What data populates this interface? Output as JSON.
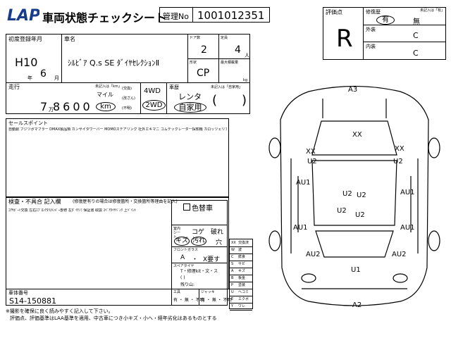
{
  "header": {
    "logo": "LAP",
    "title": "車両状態チェックシート",
    "mgmt_label": "管理No",
    "mgmt_no": "1001012351"
  },
  "rating": {
    "label": "評価点",
    "value": "R",
    "repair_label": "修復歴",
    "repair_note": "未記入は「有」",
    "repair_yes": "有",
    "repair_no": "無",
    "exterior_label": "外装",
    "exterior_value": "C",
    "interior_label": "内装",
    "interior_value": "C"
  },
  "vehicle": {
    "reg_label": "初度登録年月",
    "era_year": "H10",
    "year_unit": "年",
    "month": "6",
    "month_unit": "月",
    "name_label": "車名",
    "name": "ｼﾙﾋﾞｱ Q.s SE ﾀﾞｲﾔｾﾚｸｼｮﾝⅡ",
    "doors_label": "ドア数",
    "doors": "2",
    "capacity_label": "定員",
    "capacity": "4",
    "capacity_unit": "人",
    "shape_label": "形状",
    "shape": "CP",
    "load_label": "最大積載量",
    "load_unit": "kg",
    "mileage_label": "走行",
    "mileage_man": "7",
    "mileage_man_unit": "万",
    "mileage_rest": "8600",
    "unit_note": "未記入は「km」",
    "unit_mile": "マイル",
    "unit_km": "km",
    "meter_swap": "(交換)",
    "meter_tamper": "(改ざん)",
    "meter_unknown": "(不明)",
    "drive_4wd": "4WD",
    "drive_2wd": "2WD",
    "use_label": "車歴",
    "use_note": "未記入は「自家用」",
    "use_rental": "レンタ",
    "use_private": "自家用",
    "use_paren_open": "(",
    "use_paren_close": ")"
  },
  "sales": {
    "label": "セールスポイント",
    "text": "自動劇 フジツボマフラー DMAX製品類 カンサイタワーバー MOMOステアリング 社外エキマニ コムテックレーダー探知機 カロッツェリアＨＤＤナビ"
  },
  "inspection": {
    "label": "検査・不具合 記入欄",
    "note": "(修復歴有りの場合は修復箇所・交換箇所等理由を記入)",
    "text": "ｺｱｻﾎﾟｰﾄ交換 左右ｴﾌﾟﾛﾝｱﾀﾘ/ﾒﾝﾊﾞｰ部修 左ﾀﾞｲﾁﾉﾐ 保証書 取説 ｽﾍﾟｱﾀｲﾔﾊﾟﾝｸ 上ﾍﾟｲﾝﾄ",
    "recolor_label": "色替車"
  },
  "glass": {
    "label": "室内シート",
    "koge": "コゲ",
    "yabure": "破れ",
    "kizu": "キズ",
    "yogore": "汚れ",
    "ana": "穴",
    "front_label": "フロントガラス",
    "front_a": "A",
    "front_sep": "・",
    "front_x": "X要す",
    "spare_label": "スペアタイヤ",
    "spare_options": "T・修理kit・文・ス",
    "spare_paren": "(          )",
    "spare_remain": "残り山:",
    "parts_label1": "工具",
    "parts_label2": "ジャッキ",
    "parts_value": "有 ・ 無 ・ 不明"
  },
  "legend": {
    "items": [
      {
        "code": "XX",
        "text": "交換済"
      },
      {
        "code": "W",
        "text": "波"
      },
      {
        "code": "C",
        "text": "腐食"
      },
      {
        "code": "S",
        "text": "サビ"
      },
      {
        "code": "A",
        "text": "キズ"
      },
      {
        "code": "B",
        "text": "板金"
      },
      {
        "code": "P",
        "text": "塗装"
      },
      {
        "code": "U",
        "text": "ヘコミ"
      },
      {
        "code": "E",
        "text": "エクボ"
      },
      {
        "code": "Y",
        "text": "ワレ"
      }
    ]
  },
  "chassis": {
    "label": "車体番号",
    "value": "S14-150881"
  },
  "footer": {
    "line1": "※撮影を確保に良く読みやすく記入して下さい。",
    "line2": "評価点、評価基準はLAA基準を適用、中古車につき小キズ・小へ・経年劣化はあるものとする"
  },
  "diagram": {
    "marks": [
      {
        "text": "A3"
      },
      {
        "text": "XX"
      },
      {
        "text": "XX"
      },
      {
        "text": "XX"
      },
      {
        "text": "U2"
      },
      {
        "text": "U2"
      },
      {
        "text": "AU1"
      },
      {
        "text": "AU1"
      },
      {
        "text": "U2"
      },
      {
        "text": "U2"
      },
      {
        "text": "U2"
      },
      {
        "text": "U2"
      },
      {
        "text": "AU1"
      },
      {
        "text": "AU1"
      },
      {
        "text": "AU2"
      },
      {
        "text": "AU2"
      },
      {
        "text": "U1"
      },
      {
        "text": "A2"
      }
    ]
  }
}
